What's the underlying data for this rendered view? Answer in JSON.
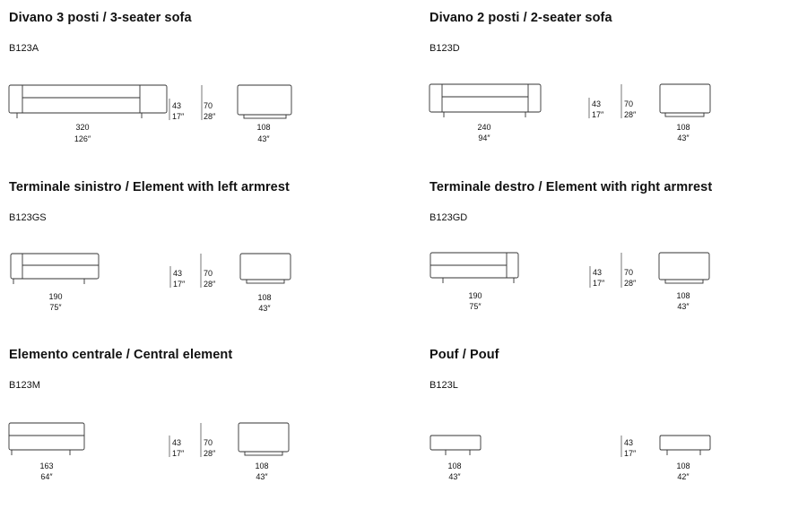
{
  "products": [
    {
      "title": "Divano 3 posti / 3-seater sofa",
      "code": "B123A",
      "width_cm": "320",
      "width_in": "126″",
      "seat_cm": "43",
      "seat_in": "17″",
      "height_cm": "70",
      "height_in": "28″",
      "depth_cm": "108",
      "depth_in": "43″"
    },
    {
      "title": "Divano 2 posti / 2-seater sofa",
      "code": "B123D",
      "width_cm": "240",
      "width_in": "94″",
      "seat_cm": "43",
      "seat_in": "17″",
      "height_cm": "70",
      "height_in": "28″",
      "depth_cm": "108",
      "depth_in": "43″"
    },
    {
      "title": "Terminale sinistro / Element with left armrest",
      "code": "B123GS",
      "width_cm": "190",
      "width_in": "75″",
      "seat_cm": "43",
      "seat_in": "17″",
      "height_cm": "70",
      "height_in": "28″",
      "depth_cm": "108",
      "depth_in": "43″"
    },
    {
      "title": "Terminale destro / Element with right armrest",
      "code": "B123GD",
      "width_cm": "190",
      "width_in": "75″",
      "seat_cm": "43",
      "seat_in": "17″",
      "height_cm": "70",
      "height_in": "28″",
      "depth_cm": "108",
      "depth_in": "43″"
    },
    {
      "title": "Elemento centrale / Central element",
      "code": "B123M",
      "width_cm": "163",
      "width_in": "64″",
      "seat_cm": "43",
      "seat_in": "17″",
      "height_cm": "70",
      "height_in": "28″",
      "depth_cm": "108",
      "depth_in": "43″"
    },
    {
      "title": "Pouf / Pouf",
      "code": "B123L",
      "width_cm": "108",
      "width_in": "43″",
      "seat_cm": "43",
      "seat_in": "17″",
      "depth_cm": "108",
      "depth_in": "42″"
    }
  ]
}
